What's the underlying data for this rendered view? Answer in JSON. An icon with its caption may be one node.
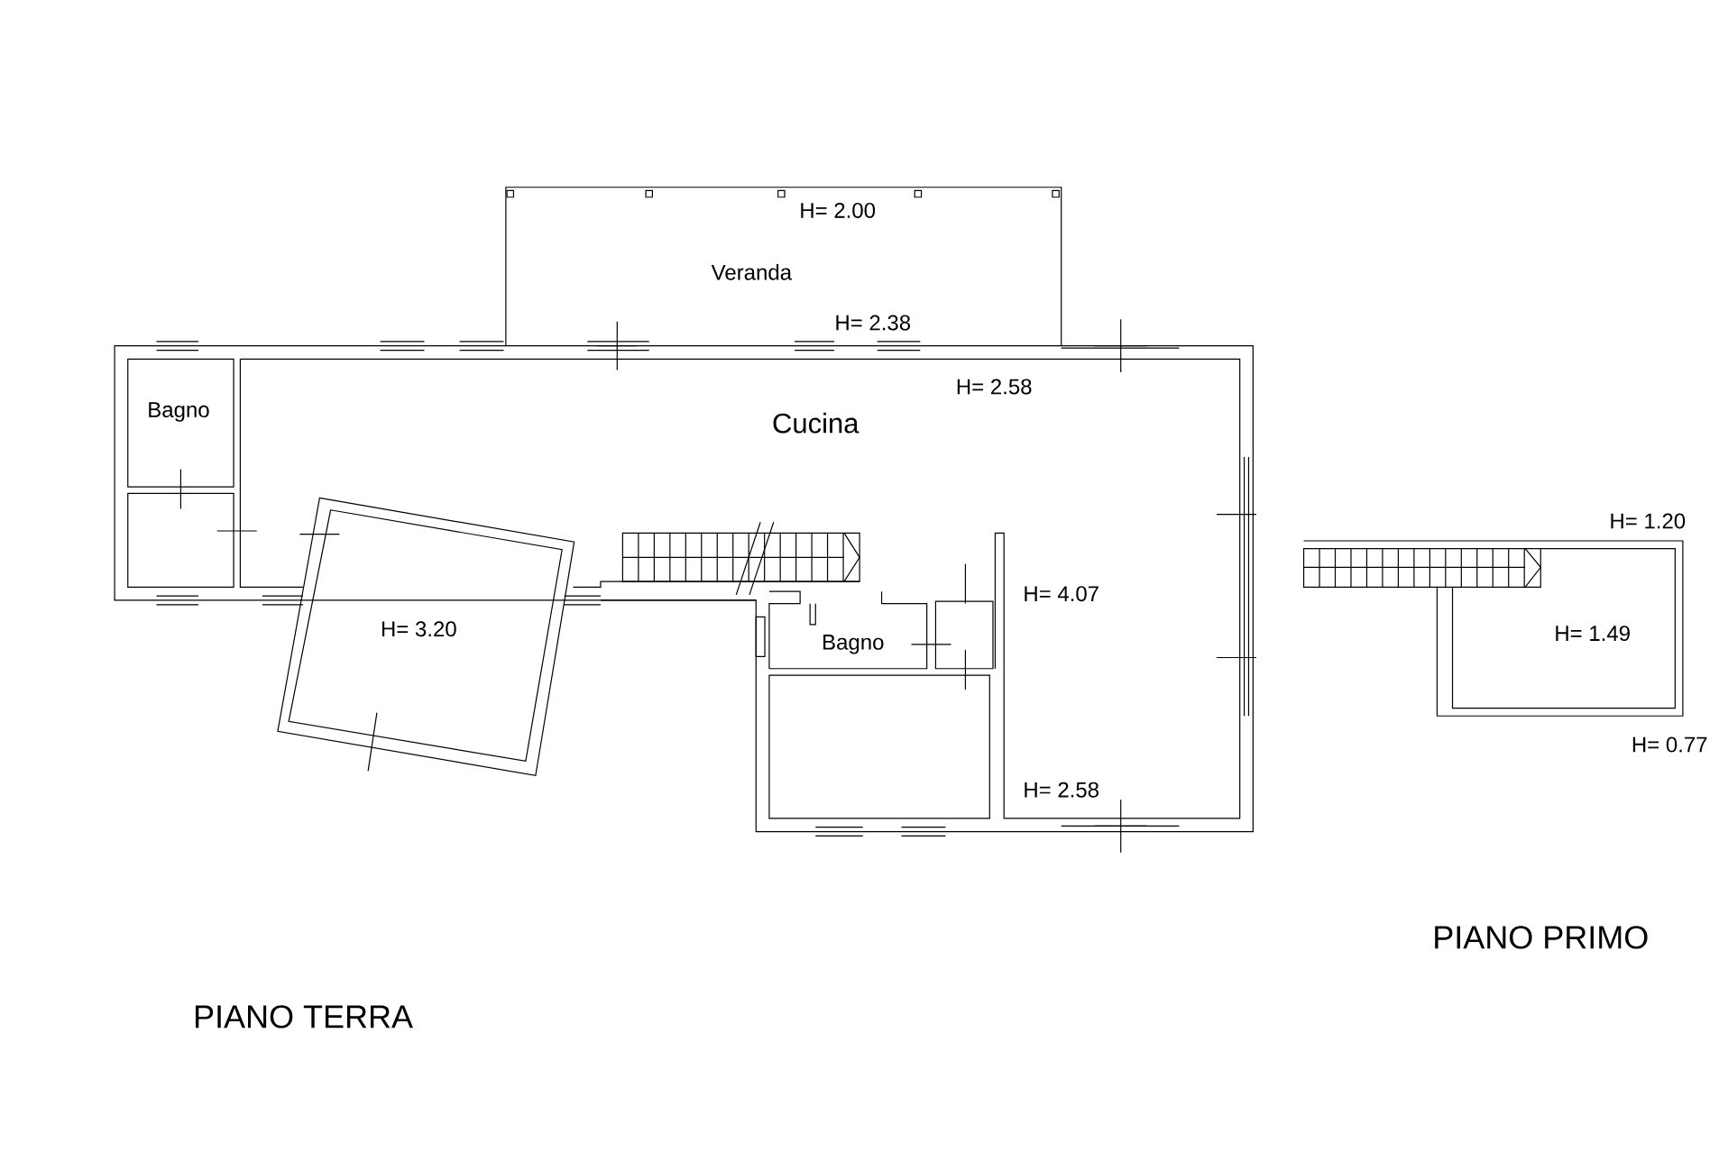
{
  "diagram": {
    "labels": [
      "H= 2.00",
      "Veranda",
      "H= 2.38",
      "H= 2.58",
      "Bagno",
      "Cucina",
      "H= 1.20",
      "H= 4.07",
      "H= 3.20",
      "H= 1.49",
      "Bagno",
      "H= 0.77",
      "H= 2.58",
      "PIANO PRIMO",
      "PIANO TERRA"
    ]
  }
}
